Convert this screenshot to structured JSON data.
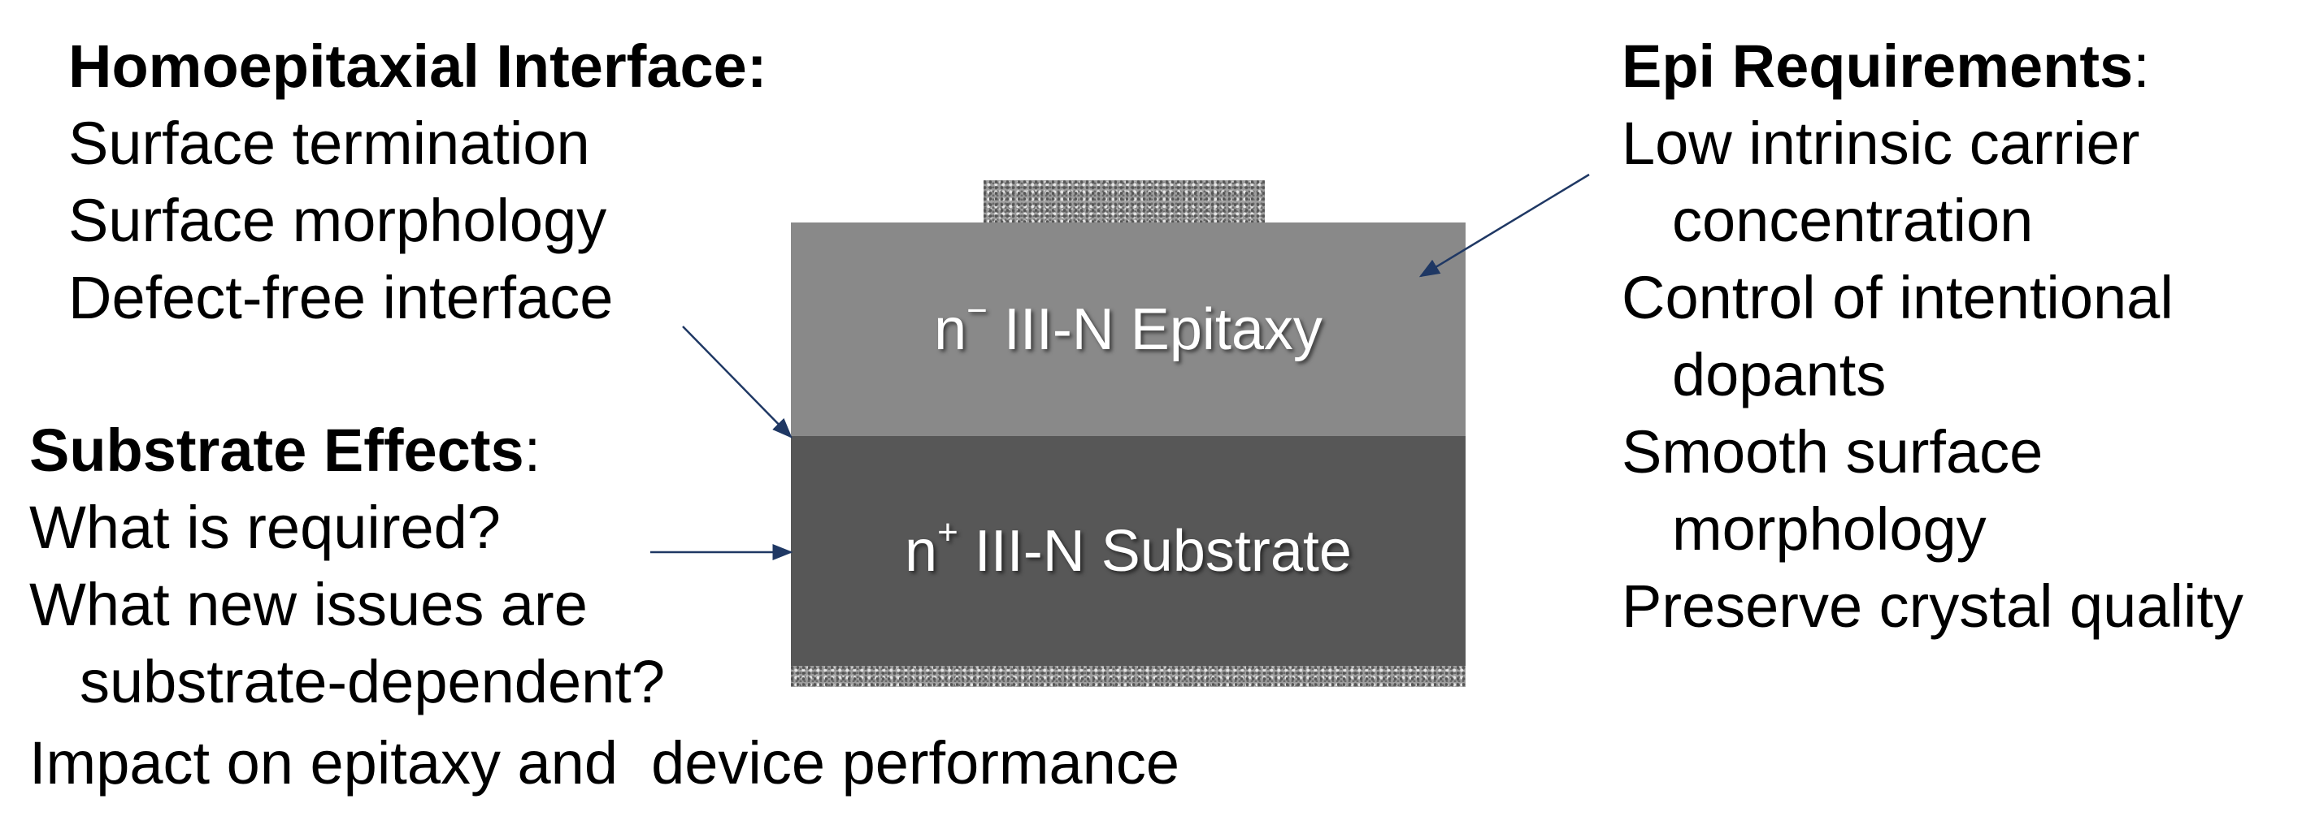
{
  "left_top": {
    "heading": "Homoepitaxial Interface:",
    "items": [
      "Surface termination",
      "Surface morphology",
      "Defect-free interface"
    ]
  },
  "left_bottom": {
    "heading": "Substrate Effects",
    "heading_suffix": ":",
    "items": [
      "What is required?",
      "What new issues are",
      "substrate-dependent?",
      "Impact on epitaxy and  device performance"
    ]
  },
  "right": {
    "heading": "Epi Requirements",
    "heading_suffix": ":",
    "items": [
      "Low intrinsic carrier",
      "concentration",
      "Control of intentional",
      "dopants",
      "Smooth surface",
      "morphology",
      "Preserve crystal quality"
    ]
  },
  "layers": {
    "epitaxy": {
      "prefix": "n",
      "superscript": "−",
      "label": " III-N Epitaxy"
    },
    "substrate": {
      "prefix": "n",
      "superscript": "+",
      "label": " III-N Substrate"
    }
  },
  "colors": {
    "epitaxy_fill": "#898989",
    "substrate_fill": "#575757",
    "contact_speckle": "#9e9e9e",
    "arrow": "#1f3864"
  }
}
